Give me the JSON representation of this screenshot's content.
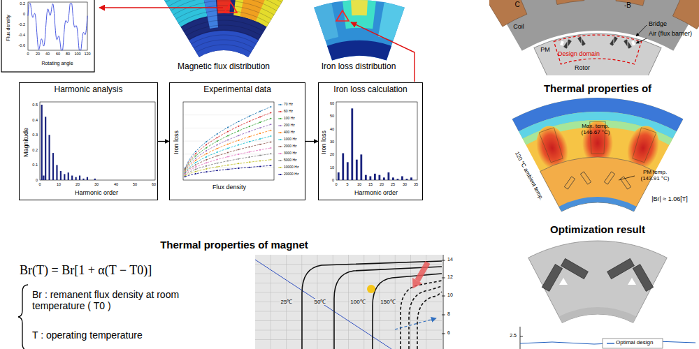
{
  "diagram": {
    "nodes": [
      {
        "text": [
          "Harmonic analysis"
        ]
      },
      {
        "text": [
          "Experimental data"
        ]
      },
      {
        "text": [
          "Iron loss calculation"
        ]
      }
    ],
    "edges": [
      {
        "from": 0,
        "to": 1,
        "arrow": "to"
      },
      {
        "from": 1,
        "to": 2,
        "arrow": "to"
      }
    ],
    "labels": [
      "Flux density",
      "Rotating angle",
      "0.2",
      "0",
      "-0.2",
      "-0.4",
      "-0.6",
      "0",
      "20",
      "40",
      "60",
      "80",
      "100",
      "120",
      "Magnetic flux distribution",
      "Iron loss distribution",
      "Magnitude",
      "Harmonic order",
      "0.5",
      "0.4",
      "0.3",
      "0.2",
      "0.1",
      "0",
      "0",
      "10",
      "20",
      "30",
      "40",
      "50",
      "60",
      "Iron loss",
      "Flux density",
      "Iron loss",
      "Harmonic order",
      "60",
      "50",
      "40",
      "30",
      "20",
      "10",
      "0",
      "0",
      "5",
      "10",
      "15",
      "20",
      "25",
      "30",
      "35",
      "Thermal properties of magnet",
      "Br(T) = Br[1 + α(T − T0)]",
      "Br : remanent flux density at room temperature ( T0 )",
      "T : operating temperature",
      "25℃",
      "50℃",
      "100℃",
      "150℃",
      "14",
      "12",
      "10",
      "8",
      "6",
      "C",
      "-B",
      "Coil",
      "Bridge",
      "Air (flux barrier)",
      "PM",
      "Design domain",
      "Rotor",
      "Thermal properties of",
      "Max. temp. (146.67 °C)",
      "PM temp. (143.91 °C)",
      "120 °C ambient temp.",
      "|Br| ≈ 1.06[T]",
      "Optimization result",
      "2.5"
    ],
    "legend": [
      {
        "text": "70 Hz"
      },
      {
        "text": "60 Hz"
      },
      {
        "text": "100 Hz"
      },
      {
        "text": "200 Hz"
      },
      {
        "text": "400 Hz"
      },
      {
        "text": "1000 Hz"
      },
      {
        "text": "2000 Hz"
      },
      {
        "text": "3000 Hz"
      },
      {
        "text": "5000 Hz"
      },
      {
        "text": "10000 Hz"
      },
      {
        "text": "20000 Hz"
      },
      {
        "text": "Optimal design"
      }
    ]
  }
}
